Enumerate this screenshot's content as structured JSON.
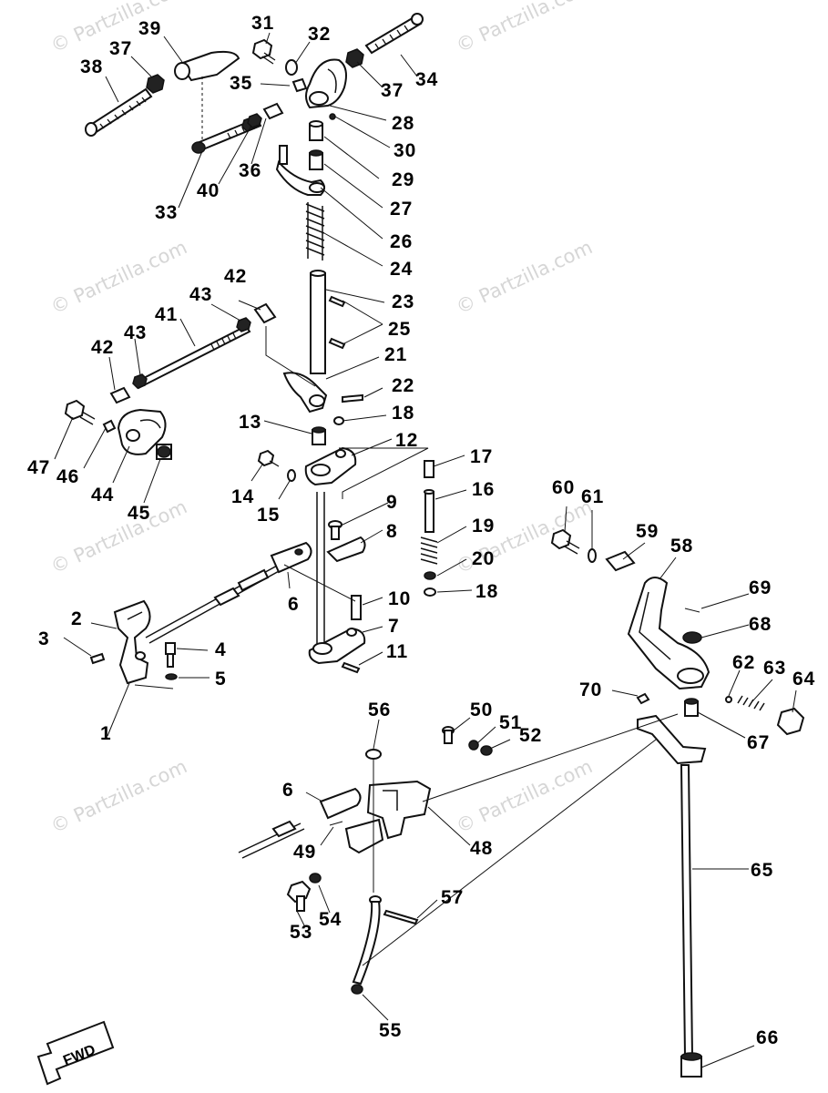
{
  "watermark_text": "© Partzilla.com",
  "direction_label": "FWD",
  "callouts": [
    "1",
    "2",
    "3",
    "4",
    "5",
    "6",
    "6",
    "7",
    "8",
    "9",
    "10",
    "11",
    "12",
    "13",
    "14",
    "15",
    "16",
    "17",
    "18",
    "18",
    "19",
    "20",
    "21",
    "22",
    "23",
    "24",
    "25",
    "26",
    "27",
    "28",
    "29",
    "30",
    "31",
    "32",
    "33",
    "34",
    "35",
    "36",
    "37",
    "37",
    "38",
    "39",
    "40",
    "41",
    "42",
    "42",
    "43",
    "43",
    "44",
    "45",
    "46",
    "47",
    "48",
    "49",
    "50",
    "51",
    "52",
    "53",
    "54",
    "55",
    "56",
    "57",
    "58",
    "59",
    "60",
    "61",
    "62",
    "63",
    "64",
    "65",
    "66",
    "67",
    "68",
    "69",
    "70"
  ]
}
